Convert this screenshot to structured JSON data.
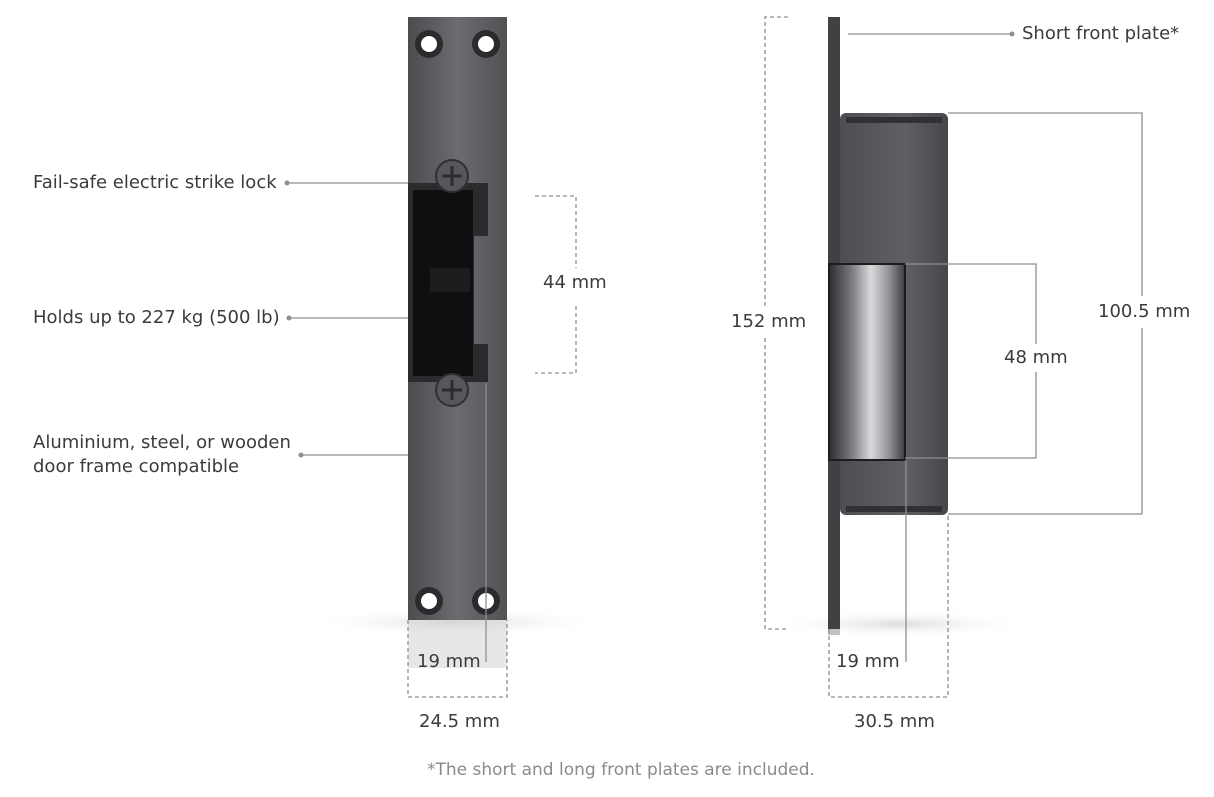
{
  "callouts": {
    "fail_safe": "Fail-safe electric strike lock",
    "holds": "Holds up to 227 kg (500 lb)",
    "frame_line1": "Aluminium, steel, or wooden",
    "frame_line2": "door frame compatible",
    "short_plate": "Short front plate*"
  },
  "dimensions": {
    "front_opening": "44 mm",
    "front_depth": "19 mm",
    "front_width": "24.5 mm",
    "side_total": "152 mm",
    "side_body": "100.5 mm",
    "side_keeper": "48 mm",
    "side_depth": "19 mm",
    "side_width": "30.5 mm"
  },
  "footnote": "*The short and long front plates are included.",
  "colors": {
    "plate": "#5d5f62",
    "plate_dark": "#3e4043",
    "opening": "#101112",
    "leader": "#8f8f8f",
    "text": "#3b3b3b"
  }
}
